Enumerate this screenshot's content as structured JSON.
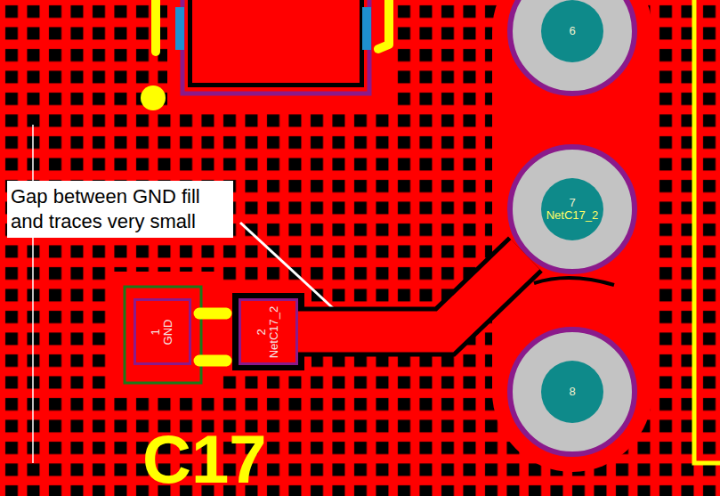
{
  "diagram": {
    "nodes": [
      {
        "text": [
          "6"
        ]
      },
      {
        "text": [
          "Gap between GND fill and traces very small"
        ]
      },
      {
        "text": [
          "7",
          "NetC17_2"
        ]
      },
      {
        "text": [
          "1",
          "GND"
        ]
      },
      {
        "text": [
          "2",
          "NetC17_2"
        ]
      },
      {
        "text": [
          "8"
        ]
      }
    ],
    "edges": [
      {
        "from": 4,
        "to": 2,
        "arrow": "none"
      }
    ],
    "labels": [
      "C17"
    ]
  }
}
